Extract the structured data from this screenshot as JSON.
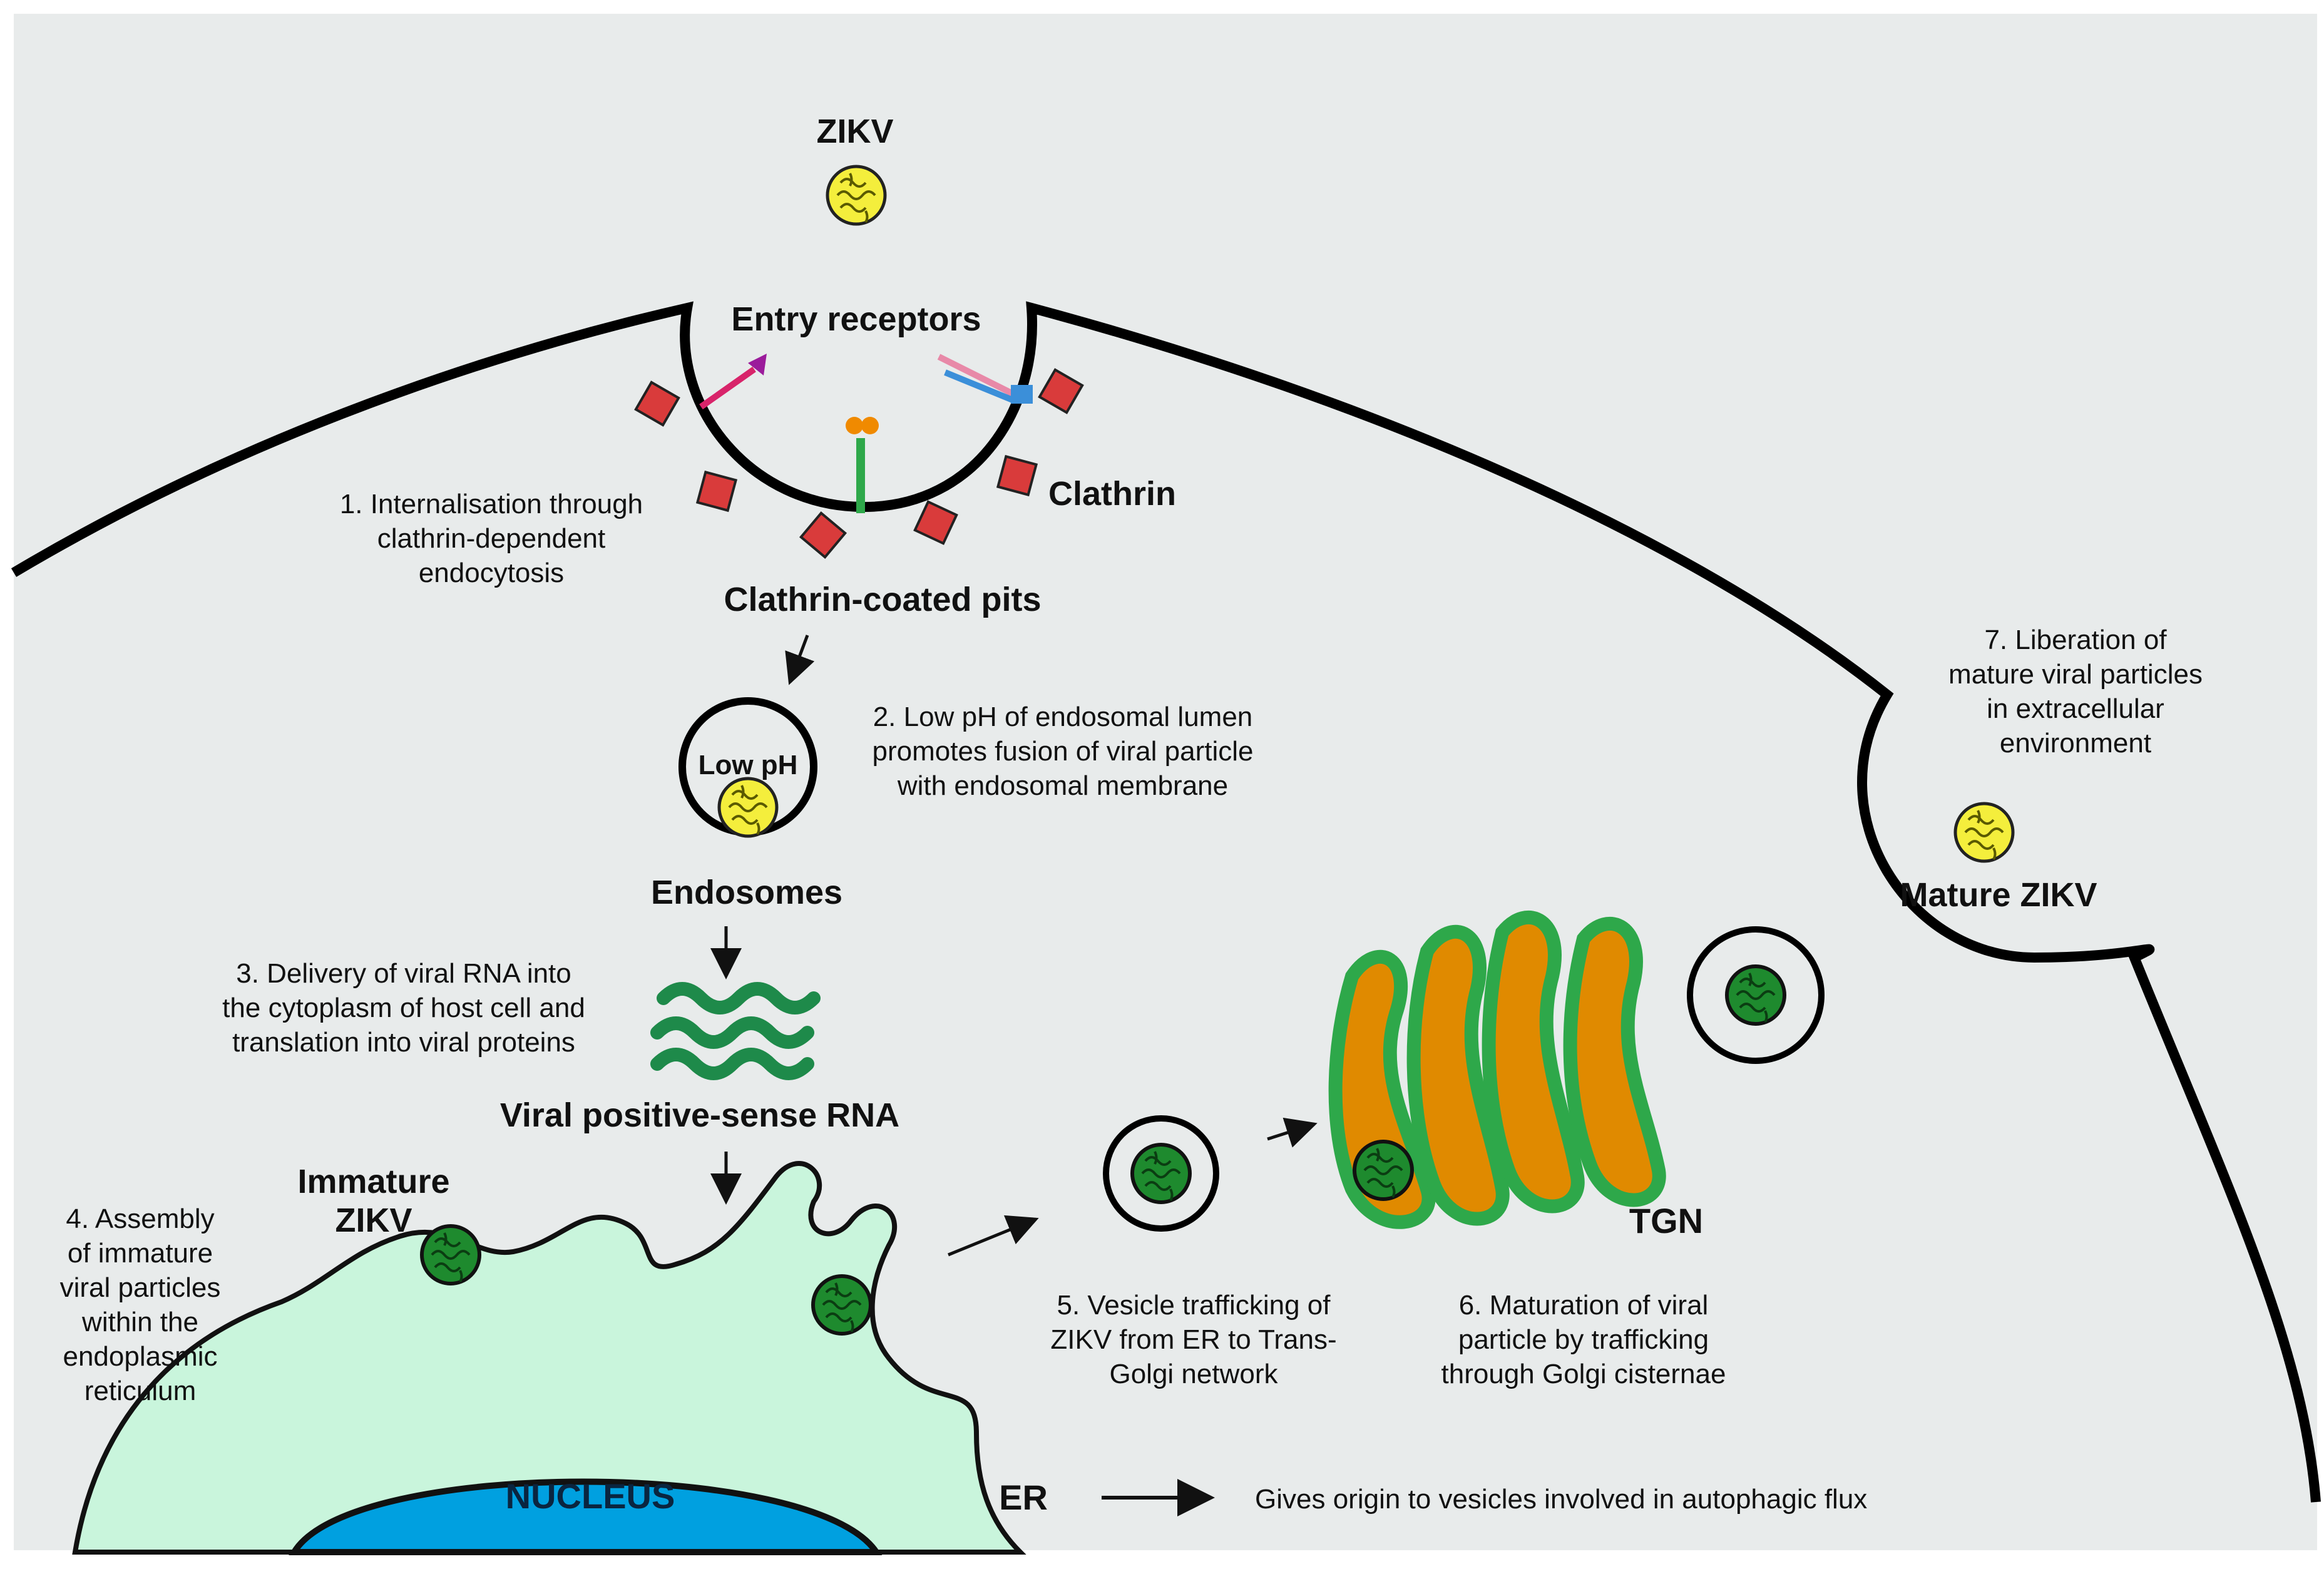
{
  "labels": {
    "zikv_top": "ZIKV",
    "entry_receptors": "Entry receptors",
    "clathrin": "Clathrin",
    "clathrin_coated_pits": "Clathrin-coated pits",
    "low_ph": "Low pH",
    "endosomes": "Endosomes",
    "viral_rna": "Viral positive-sense RNA",
    "immature_zikv": [
      "Immature",
      "ZIKV"
    ],
    "nucleus": "NUCLEUS",
    "er": "ER",
    "tgn": "TGN",
    "mature_zikv": "Mature ZIKV",
    "autophagic_note": "Gives origin to vesicles involved in autophagic flux"
  },
  "steps": {
    "step1": [
      "1. Internalisation through",
      "clathrin-dependent",
      "endocytosis"
    ],
    "step2": [
      "2. Low pH of endosomal lumen",
      "promotes fusion of viral particle",
      "with endosomal membrane"
    ],
    "step3": [
      "3. Delivery of viral RNA into",
      "the cytoplasm of host cell and",
      "translation into viral proteins"
    ],
    "step4": [
      "4. Assembly",
      "of immature",
      "viral particles",
      "within the",
      "endoplasmic",
      "reticulum"
    ],
    "step5": [
      "5. Vesicle trafficking of",
      "ZIKV from ER to Trans-",
      "Golgi network"
    ],
    "step6": [
      "6. Maturation of viral",
      "particle by trafficking",
      "through Golgi cisternae"
    ],
    "step7": [
      "7. Liberation of",
      "mature viral particles",
      "in extracellular",
      "environment"
    ]
  },
  "colors": {
    "background": "#e8ebeb",
    "membrane": "#000000",
    "virus_mature": "#f4ee3c",
    "virus_immature": "#1e8a2e",
    "clathrin": "#d93b3b",
    "er_fill": "#c9f5dc",
    "nucleus": "#00a0e0",
    "golgi_orange": "#e08a00",
    "golgi_green": "#2ea84a",
    "rna": "#1e8a4a"
  }
}
